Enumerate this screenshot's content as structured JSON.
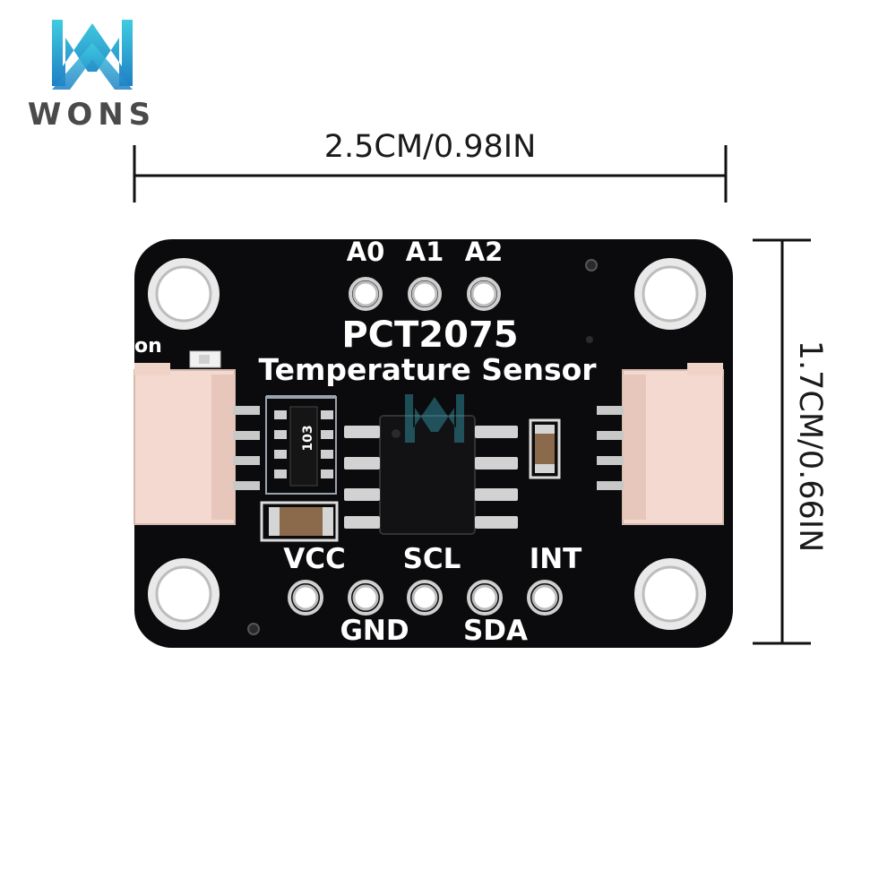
{
  "brand": {
    "name": "WONS"
  },
  "dimensions": {
    "width_label": "2.5CM/0.98IN",
    "height_label": "1.7CM/0.66IN"
  },
  "board": {
    "title": "PCT2075",
    "subtitle": "Temperature Sensor",
    "led_label": "on",
    "resistor_code": "103",
    "top_pins": [
      "A0",
      "A1",
      "A2"
    ],
    "bottom_pins_upper": [
      "VCC",
      "SCL",
      "INT"
    ],
    "bottom_pins_lower": [
      "GND",
      "SDA"
    ]
  },
  "colors": {
    "pcb": "#0b0b0d",
    "silkscreen": "#ffffff",
    "connector": "#f3d9cf",
    "pad": "#d8d8d8",
    "logo_top": "#3ec8e0",
    "logo_bottom": "#1f7fc4"
  }
}
